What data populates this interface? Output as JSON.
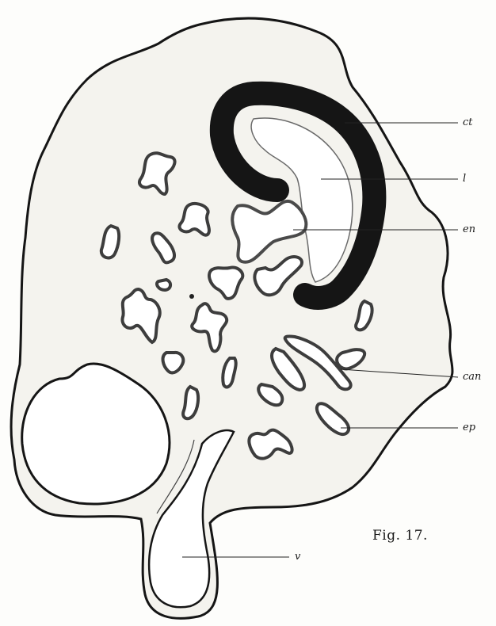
{
  "figure": {
    "caption": "Fig. 17."
  },
  "labels": {
    "ct": "ct",
    "l": "l",
    "en": "en",
    "can": "can",
    "ep": "ep",
    "v": "v"
  },
  "colors": {
    "ink": "#151515",
    "tissue_fill": "#f4f3ee",
    "lumen_fill": "#ffffff",
    "epithelium_stroke": "#6a6a6a",
    "background": "#fdfdfb"
  }
}
